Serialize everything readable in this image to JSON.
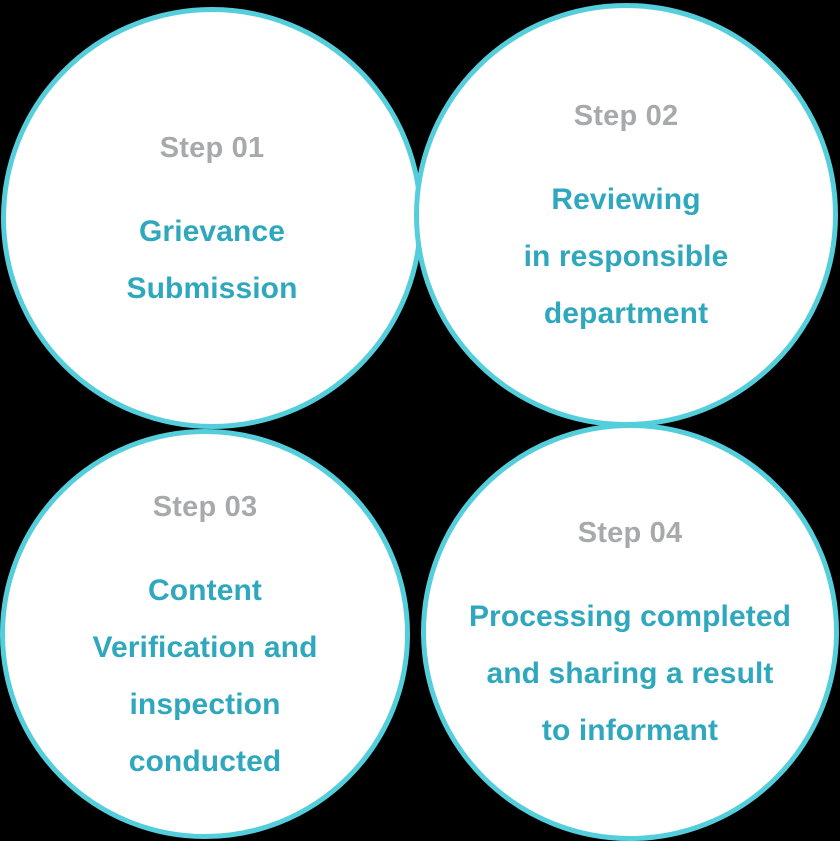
{
  "colors": {
    "page_bg": "#000000",
    "circle_border": "#55CEDC",
    "circle_fill": "#FFFFFF",
    "step_label": "#A7A9AC",
    "description": "#2FA8BE"
  },
  "steps": [
    {
      "label": "Step 01",
      "lines": [
        "Grievance",
        "Submission"
      ]
    },
    {
      "label": "Step 02",
      "lines": [
        "Reviewing",
        "in responsible",
        "department"
      ]
    },
    {
      "label": "Step 03",
      "lines": [
        "Content",
        "Verification and",
        "inspection",
        "conducted"
      ]
    },
    {
      "label": "Step 04",
      "lines": [
        "Processing completed",
        "and sharing a result",
        "to informant"
      ]
    }
  ]
}
